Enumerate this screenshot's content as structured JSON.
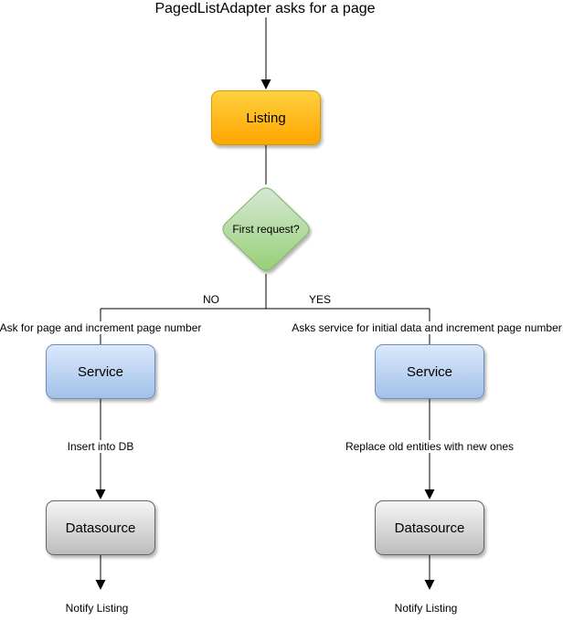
{
  "title": "PagedListAdapter asks for a page",
  "nodes": {
    "listing": {
      "label": "Listing"
    },
    "decision": {
      "label": "First request?"
    },
    "service_no": {
      "label": "Service"
    },
    "service_yes": {
      "label": "Service"
    },
    "datasource_no": {
      "label": "Datasource"
    },
    "datasource_yes": {
      "label": "Datasource"
    }
  },
  "edge_labels": {
    "no": "NO",
    "yes": "YES",
    "no_branch": "Ask for page and increment page number",
    "yes_branch": "Asks service for initial data and increment page number",
    "no_action": "Insert into DB",
    "yes_action": "Replace old entities with new ones",
    "no_notify": "Notify Listing",
    "yes_notify": "Notify Listing"
  },
  "colors": {
    "listing_fill_top": "#FFD13F",
    "listing_fill_bottom": "#FFA500",
    "listing_border": "#D79B00",
    "decision_fill_top": "#D5E8D4",
    "decision_fill_bottom": "#97D077",
    "decision_border": "#82B366",
    "service_fill_top": "#DAE8FC",
    "service_fill_bottom": "#A3C1E8",
    "service_border": "#6C8EBF",
    "datasource_fill_top": "#F5F5F5",
    "datasource_fill_bottom": "#BDBDBD",
    "datasource_border": "#666666",
    "connector": "#000000"
  }
}
